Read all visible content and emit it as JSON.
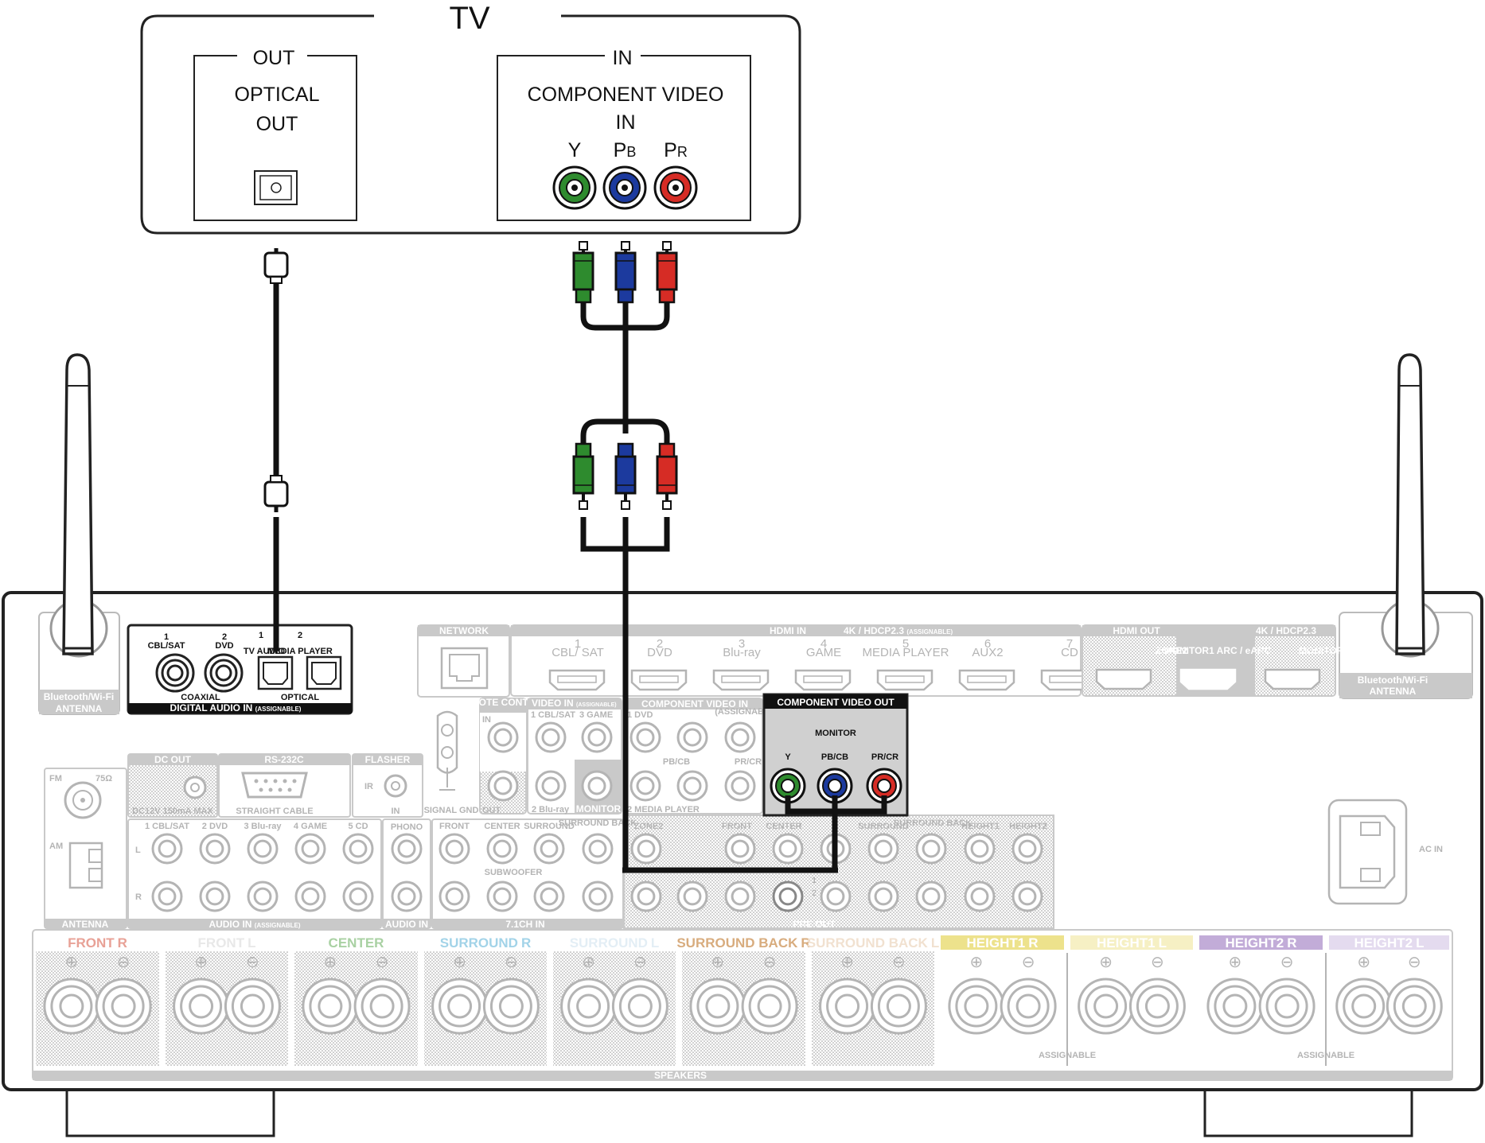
{
  "tv": {
    "title": "TV",
    "out_group": {
      "label": "OUT",
      "port_label_line1": "OPTICAL",
      "port_label_line2": "OUT"
    },
    "in_group": {
      "label": "IN",
      "port_label_line1": "COMPONENT VIDEO",
      "port_label_line2": "IN",
      "jacks": [
        {
          "label": "Y",
          "sub": "",
          "color": "#2e8b2e"
        },
        {
          "label": "P",
          "sub": "B",
          "color": "#1c3a9e"
        },
        {
          "label": "P",
          "sub": "R",
          "color": "#d62c25"
        }
      ]
    }
  },
  "receiver": {
    "antenna_left_label": [
      "Bluetooth/Wi-Fi",
      "ANTENNA"
    ],
    "antenna_right_label": [
      "Bluetooth/Wi-Fi",
      "ANTENNA"
    ],
    "digital_audio_in": {
      "title": "DIGITAL AUDIO IN",
      "title_note": "(ASSIGNABLE)",
      "coaxial_label": "COAXIAL",
      "optical_label": "OPTICAL",
      "inputs": [
        {
          "num": "1",
          "name": "CBL/SAT"
        },
        {
          "num": "2",
          "name": "DVD"
        },
        {
          "num": "1",
          "name": "TV AUDIO"
        },
        {
          "num": "2",
          "name": "MEDIA PLAYER"
        }
      ]
    },
    "network_label": "NETWORK",
    "hdmi_in": {
      "title": "HDMI IN",
      "spec": "4K / HDCP2.3",
      "note": "(ASSIGNABLE)",
      "ports": [
        {
          "num": "1",
          "name": "CBL/ SAT"
        },
        {
          "num": "2",
          "name": "DVD"
        },
        {
          "num": "3",
          "name": "Blu-ray"
        },
        {
          "num": "4",
          "name": "GAME"
        },
        {
          "num": "5",
          "name": "MEDIA PLAYER"
        },
        {
          "num": "6",
          "name": "AUX2"
        },
        {
          "num": "7",
          "name": "CD"
        }
      ]
    },
    "hdmi_out": {
      "title": "HDMI OUT",
      "spec": "4K / HDCP2.3",
      "ports": [
        "ZONE2",
        "MONITOR1 ARC / eARC",
        "MONITOR2"
      ]
    },
    "remote_control": {
      "title": "REMOTE CONTROL",
      "in": "IN",
      "out": "OUT"
    },
    "video_in": {
      "title": "VIDEO IN",
      "note": "(ASSIGNABLE)",
      "inputs": [
        "1 CBL/SAT",
        "3 GAME",
        "2 Blu-ray"
      ],
      "monitor": "MONITOR"
    },
    "component_video_in": {
      "title": "COMPONENT VIDEO IN",
      "note": "(ASSIGNABLE)",
      "inputs": [
        "1 DVD",
        "2 MEDIA PLAYER"
      ],
      "pb_label": "PB/CB",
      "pr_label": "PR/CR"
    },
    "component_video_out": {
      "title": "COMPONENT VIDEO OUT",
      "monitor": "MONITOR",
      "jacks": [
        "Y",
        "PB/CB",
        "PR/CR"
      ]
    },
    "dc_out": {
      "title": "DC OUT",
      "spec": "DC12V 150mA MAX"
    },
    "rs232c": {
      "title": "RS-232C",
      "note": "STRAIGHT CABLE"
    },
    "flasher": {
      "title": "FLASHER",
      "ir": "IR",
      "in": "IN"
    },
    "signal_gnd": "SIGNAL GND",
    "antenna": {
      "fm": "FM",
      "ohm": "75Ω",
      "am": "AM",
      "title": "ANTENNA"
    },
    "audio_in": {
      "title": "AUDIO IN",
      "note": "(ASSIGNABLE)",
      "inputs": [
        "1 CBL/SAT",
        "2 DVD",
        "3 Blu-ray",
        "4 GAME",
        "5 CD"
      ],
      "l": "L",
      "r": "R"
    },
    "phono": {
      "title": "PHONO",
      "sub": "AUDIO IN"
    },
    "ch71_in": {
      "title": "7.1CH IN",
      "channels": [
        "FRONT",
        "CENTER",
        "SURROUND",
        "SURROUND BACK"
      ],
      "subwoofer": "SUBWOOFER"
    },
    "pre_out": {
      "title": "PRE OUT",
      "channels": [
        "ZONE2",
        "FRONT",
        "CENTER",
        "SURROUND",
        "SURROUND BACK",
        "HEIGHT1",
        "HEIGHT2"
      ],
      "sub_nums": [
        "1",
        "2"
      ]
    },
    "ac_in": "AC IN",
    "speakers": {
      "title": "SPEAKERS",
      "assignable": "ASSIGNABLE",
      "channels": [
        {
          "name": "FRONT",
          "side": "R",
          "color": "#e8a196"
        },
        {
          "name": "FRONT",
          "side": "L",
          "color": "#e8e8e8"
        },
        {
          "name": "CENTER",
          "side": "",
          "color": "#a9d1a3"
        },
        {
          "name": "SURROUND",
          "side": "R",
          "color": "#a2d3e8"
        },
        {
          "name": "SURROUND",
          "side": "L",
          "color": "#e3eef5"
        },
        {
          "name": "SURROUND BACK",
          "side": "R",
          "color": "#d8ac7e"
        },
        {
          "name": "SURROUND BACK",
          "side": "L",
          "color": "#f1e1d0"
        },
        {
          "name": "HEIGHT1",
          "side": "R",
          "color": "#ede28c"
        },
        {
          "name": "HEIGHT1",
          "side": "L",
          "color": "#f6f0c4"
        },
        {
          "name": "HEIGHT2",
          "side": "R",
          "color": "#c2acd8"
        },
        {
          "name": "HEIGHT2",
          "side": "L",
          "color": "#e4dbef"
        }
      ]
    }
  },
  "cable_colors": {
    "cable": "#111111",
    "green": "#2e8b2e",
    "blue": "#1c3a9e",
    "red": "#d62c25"
  }
}
